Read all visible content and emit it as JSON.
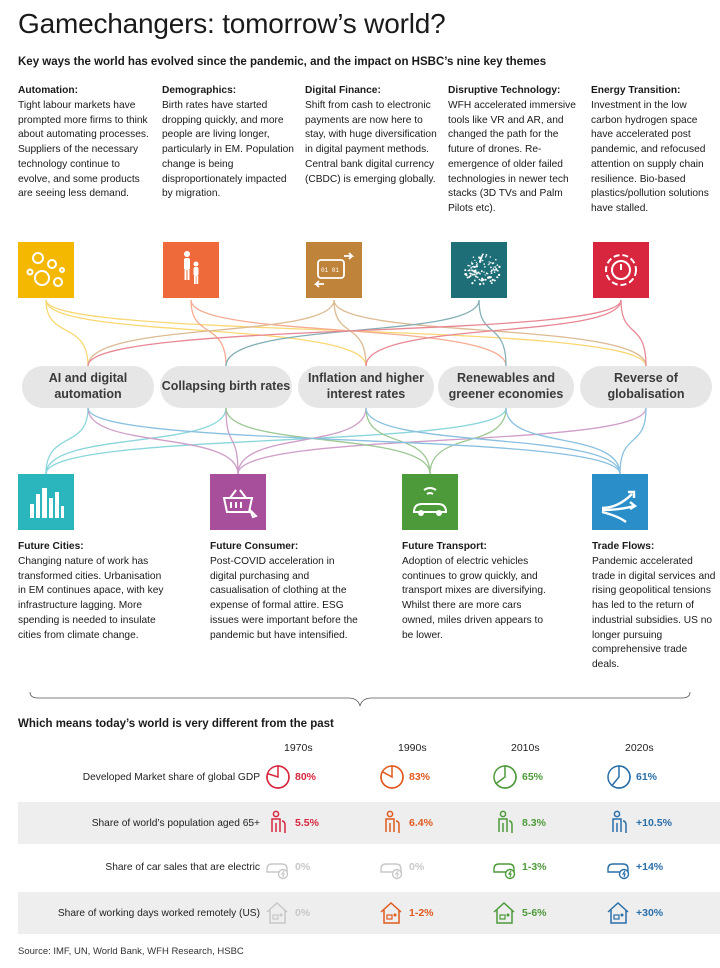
{
  "title": "Gamechangers: tomorrow’s world?",
  "subtitle": "Key ways the world has evolved since the pandemic, and the impact on HSBC’s nine key themes",
  "themes": [
    {
      "heading": "Automation:",
      "text": "Tight labour markets have prompted more firms to think about automating processes. Suppliers of the necessary technology continue to evolve, and some products are seeing less demand.",
      "icon": "gears-icon",
      "color": "#f5b800"
    },
    {
      "heading": "Demographics:",
      "text": "Birth rates have started dropping quickly, and more people are living longer, particularly in EM. Population change is being disproportionately impacted by migration.",
      "icon": "people-icon",
      "color": "#ef6a3a"
    },
    {
      "heading": "Digital Finance:",
      "text": "Shift from cash to electronic payments are now here to stay, with huge diversification in digital payment methods. Central bank digital currency (CBDC) is emerging globally.",
      "icon": "digital-card-icon",
      "color": "#c0833a"
    },
    {
      "heading": "Disruptive Technology:",
      "text": "WFH accelerated immersive tools like VR and AR, and changed the path for the future of drones. Re-emergence of older failed technologies in newer tech stacks (3D TVs and Palm Pilots etc).",
      "icon": "particle-sphere-icon",
      "color": "#1e6e78"
    },
    {
      "heading": "Energy Transition:",
      "text": "Investment in the low carbon hydrogen space have accelerated post pandemic, and refocused attention on supply chain resilience. Bio-based plastics/pollution solutions have stalled.",
      "icon": "power-cycle-icon",
      "color": "#d7263d"
    }
  ],
  "drivers": [
    {
      "label": "AI and digital automation"
    },
    {
      "label": "Collapsing birth rates"
    },
    {
      "label": "Inflation and higher interest rates"
    },
    {
      "label": "Renewables and greener economies"
    },
    {
      "label": "Reverse of globalisation"
    }
  ],
  "key_themes": [
    {
      "heading": "Future Cities:",
      "text": "Changing nature of work has transformed cities. Urbanisation in EM continues apace, with key infrastructure lagging. More spending is needed to insulate cities from climate change.",
      "icon": "city-skyline-icon",
      "color": "#2bb5bd"
    },
    {
      "heading": "Future Consumer:",
      "text": "Post-COVID acceleration in digital purchasing and casualisation of clothing at the expense of formal attire. ESG issues were important before the pandemic but have intensified.",
      "icon": "shopping-basket-icon",
      "color": "#a84f9c"
    },
    {
      "heading": "Future Transport:",
      "text": "Adoption of electric vehicles continues to grow quickly, and transport mixes are diversifying. Whilst there are more cars owned, miles driven appears to be lower.",
      "icon": "connected-car-icon",
      "color": "#4d9a3a"
    },
    {
      "heading": "Trade Flows:",
      "text": "Pandemic accelerated trade in digital services and rising geopolitical tensions has led to the return of industrial subsidies. US no longer pursuing comprehensive trade deals.",
      "icon": "diverging-arrows-icon",
      "color": "#2a8ec8"
    }
  ],
  "section2_title": "Which means today’s world is very different from the past",
  "decades": [
    "1970s",
    "1990s",
    "2010s",
    "2020s"
  ],
  "decade_colors": [
    "#d7263d",
    "#e05a1f",
    "#4d9a3a",
    "#2a6fa8"
  ],
  "inactive_color": "#c8c8c8",
  "metrics": [
    {
      "label": "Developed Market share of global GDP",
      "icon": "pie-icon",
      "values": [
        "80%",
        "83%",
        "65%",
        "61%"
      ],
      "fractions": [
        0.8,
        0.83,
        0.65,
        0.61
      ],
      "active": [
        true,
        true,
        true,
        true
      ]
    },
    {
      "label": "Share of world’s population aged 65+",
      "icon": "elderly-person-icon",
      "values": [
        "5.5%",
        "6.4%",
        "8.3%",
        "+10.5%"
      ],
      "active": [
        true,
        true,
        true,
        true
      ]
    },
    {
      "label": "Share of car sales that are electric",
      "icon": "electric-car-icon",
      "values": [
        "0%",
        "0%",
        "1-3%",
        "+14%"
      ],
      "active": [
        false,
        false,
        true,
        true
      ]
    },
    {
      "label": "Share of working days worked remotely (US)",
      "icon": "home-worker-icon",
      "values": [
        "0%",
        "1-2%",
        "5-6%",
        "+30%"
      ],
      "active": [
        false,
        true,
        true,
        true
      ]
    }
  ],
  "source": "Source: IMF, UN, World Bank, WFH Research, HSBC"
}
